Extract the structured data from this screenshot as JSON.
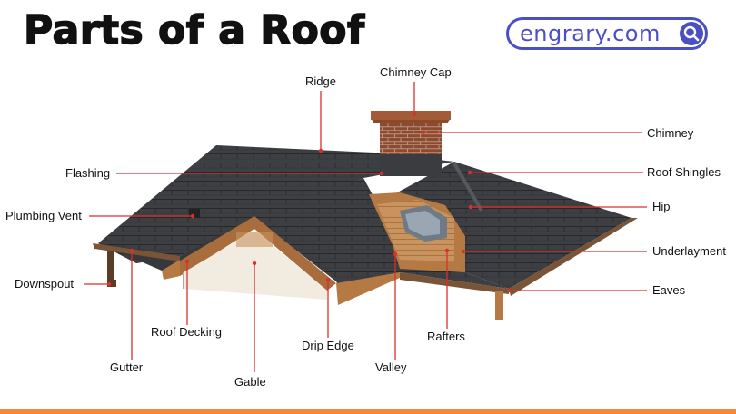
{
  "title": "Parts of a Roof",
  "brand": {
    "text": "engrary.com",
    "icon": "search-icon",
    "color": "#4b4fc6"
  },
  "accent_bar_color": "#f28a3a",
  "leader_color": "#d9302c",
  "labels": {
    "ridge": "Ridge",
    "chimney_cap": "Chimney Cap",
    "chimney": "Chimney",
    "flashing": "Flashing",
    "roof_shingles": "Roof Shingles",
    "plumbing_vent": "Plumbing Vent",
    "hip": "Hip",
    "underlayment": "Underlayment",
    "downspout": "Downspout",
    "eaves": "Eaves",
    "roof_decking": "Roof Decking",
    "rafters": "Rafters",
    "drip_edge": "Drip Edge",
    "gutter": "Gutter",
    "valley": "Valley",
    "gable": "Gable"
  }
}
